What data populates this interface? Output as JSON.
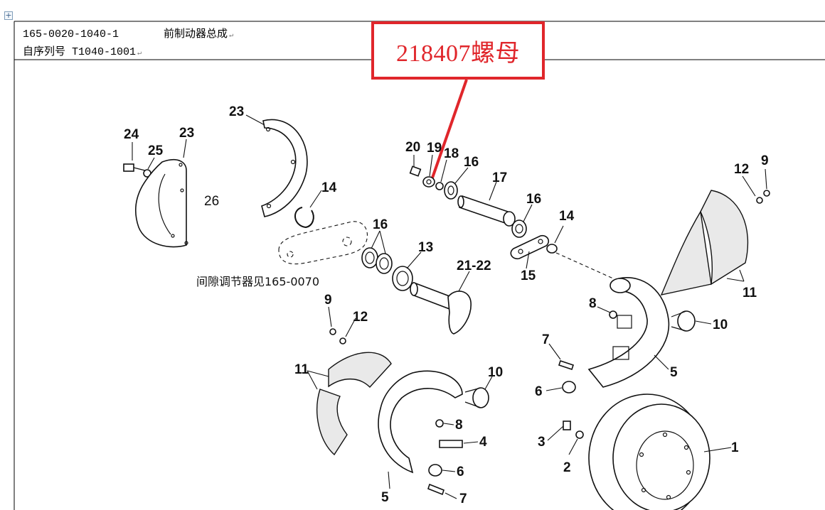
{
  "header": {
    "part_code": "165-0020-1040-1",
    "part_title": "前制动器总成",
    "serial_line": "自序列号 T1040-1001",
    "anchor_symbol": "+",
    "return_mark": "↵"
  },
  "callout": {
    "text": "218407螺母",
    "color": "#e0262b"
  },
  "note": {
    "text": "间隙调节器见165-0070"
  },
  "labels": {
    "l1": "1",
    "l2": "2",
    "l3": "3",
    "l4": "4",
    "l5a": "5",
    "l5b": "5",
    "l6a": "6",
    "l6b": "6",
    "l7a": "7",
    "l7b": "7",
    "l8a": "8",
    "l8b": "8",
    "l9a": "9",
    "l9b": "9",
    "l10a": "10",
    "l10b": "10",
    "l11a": "11",
    "l11b": "11",
    "l12a": "12",
    "l12b": "12",
    "l13": "13",
    "l14a": "14",
    "l14b": "14",
    "l15": "15",
    "l16a": "16",
    "l16b": "16",
    "l16c": "16",
    "l17": "17",
    "l18": "18",
    "l19": "19",
    "l20": "20",
    "l2122": "21-22",
    "l23a": "23",
    "l23b": "23",
    "l24": "24",
    "l25": "25",
    "l26": "26"
  }
}
